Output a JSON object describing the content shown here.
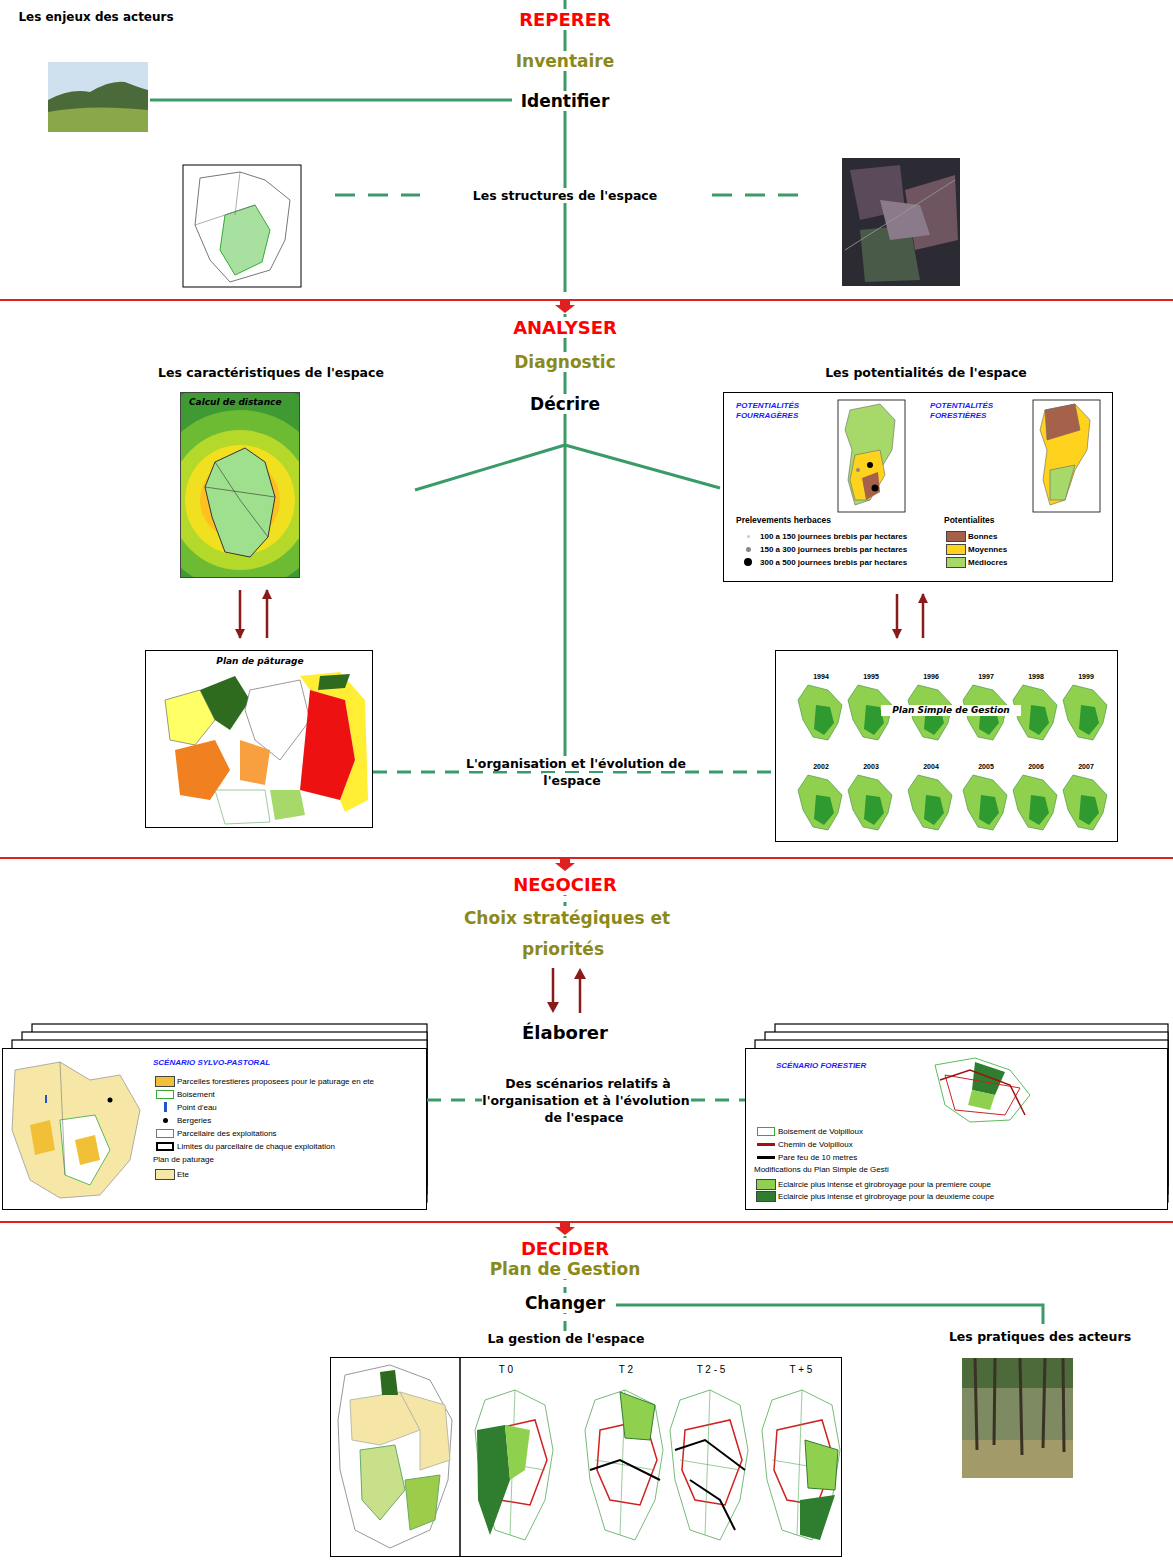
{
  "diagram": {
    "nodes": [
      {
        "text": [
          "Les enjeux des acteurs"
        ]
      },
      {
        "text": [
          "Les caractéristiques de l'espace",
          "Calcul de distance"
        ]
      },
      {
        "text": [
          "Les potentialités de l'espace",
          "POTENTIALITÉS FOURRAGÈRES",
          "POTENTIALITÉS FORESTIÈRES",
          "Prelevements herbaces",
          "Potentialites"
        ]
      },
      {
        "text": [
          "Plan de pâturage"
        ]
      },
      {
        "text": [
          "Plan Simple de Gestion",
          "1994",
          "1995",
          "1996",
          "1997",
          "1998",
          "1999",
          "2002",
          "2003",
          "2004",
          "2005",
          "2006",
          "2007"
        ]
      },
      {
        "text": [
          "SCÉNARIO SYLVO-PASTORAL",
          "Plan de paturage"
        ]
      },
      {
        "text": [
          "SCÉNARIO FORESTIER",
          "Modifications du Plan Simple de Gesti"
        ]
      },
      {
        "text": [
          "La gestion de l'espace",
          "T 0",
          "T 2",
          "T 2 - 5",
          "T + 5"
        ]
      },
      {
        "text": [
          "Les pratiques des acteurs"
        ]
      }
    ],
    "edges": [
      {
        "from": 1,
        "to": 3,
        "arrow": "to"
      },
      {
        "from": 3,
        "to": 1,
        "arrow": "to"
      },
      {
        "from": 2,
        "to": 4,
        "arrow": "to"
      },
      {
        "from": 4,
        "to": 2,
        "arrow": "to"
      },
      {
        "from": 3,
        "to": 4,
        "label": "L'organisation et l'évolution de l'espace",
        "arrow": "none"
      },
      {
        "from": 5,
        "to": 6,
        "label": "Des scénarios relatifs à l'organisation et à l'évolution de l'espace",
        "arrow": "none"
      }
    ],
    "labels": [
      "REPERER",
      "Inventaire",
      "Identifier",
      "Les structures de l'espace",
      "ANALYSER",
      "Diagnostic",
      "Décrire",
      "NEGOCIER",
      "Choix stratégiques et priorités",
      "Élaborer",
      "DECIDER",
      "Plan de Gestion",
      "Changer"
    ],
    "legend": [
      {
        "text": "100 a 150 journees brebis par hectares"
      },
      {
        "text": "150 a 300 journees brebis par hectares"
      },
      {
        "text": "300 a 500 journees brebis par hectares"
      },
      {
        "text": "Bonnes",
        "color": "#a5614a"
      },
      {
        "text": "Moyennes",
        "color": "#ffd21e"
      },
      {
        "text": "Médiocres",
        "color": "#a6d96a"
      },
      {
        "text": "Parcelles forestieres proposees pour le paturage en ete",
        "color": "#f2c037"
      },
      {
        "text": "Boisement"
      },
      {
        "text": "Point d'eau"
      },
      {
        "text": "Bergeries"
      },
      {
        "text": "Parcellaire des exploitations"
      },
      {
        "text": "Limites du parcellaire de chaque exploitation"
      },
      {
        "text": "Ete",
        "color": "#f7e7a6"
      },
      {
        "text": "Boisement de Volpilloux"
      },
      {
        "text": "Chemin de Volpilloux"
      },
      {
        "text": "Pare feu de 10 metres"
      },
      {
        "text": "Eclaircie plus intense et girobroyage pour la premiere coupe",
        "color": "#8fd14f"
      },
      {
        "text": "Eclaircie plus intense et girobroyage pour la deuxieme coupe",
        "color": "#2f7d2f"
      }
    ]
  }
}
